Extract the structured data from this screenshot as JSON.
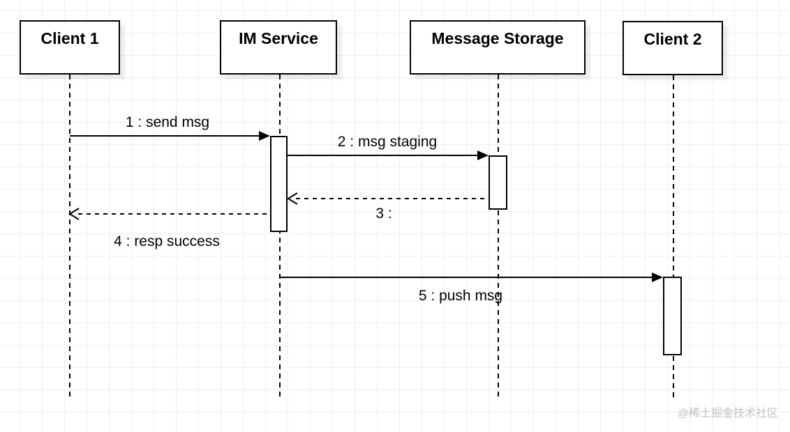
{
  "diagram": {
    "type": "uml-sequence",
    "actors": [
      {
        "id": "client1",
        "label": "Client 1"
      },
      {
        "id": "im-service",
        "label": "IM Service"
      },
      {
        "id": "message-storage",
        "label": "Message Storage"
      },
      {
        "id": "client2",
        "label": "Client 2"
      }
    ],
    "messages": [
      {
        "seq": 1,
        "label": "1 : send msg",
        "from": "Client 1",
        "to": "IM Service",
        "style": "solid-call"
      },
      {
        "seq": 2,
        "label": "2 : msg staging",
        "from": "IM Service",
        "to": "Message Storage",
        "style": "solid-call"
      },
      {
        "seq": 3,
        "label": "3 :",
        "from": "Message Storage",
        "to": "IM Service",
        "style": "dashed-return"
      },
      {
        "seq": 4,
        "label": "4 : resp success",
        "from": "IM Service",
        "to": "Client 1",
        "style": "dashed-return"
      },
      {
        "seq": 5,
        "label": "5 : push msg",
        "from": "IM Service",
        "to": "Client 2",
        "style": "solid-call"
      }
    ]
  },
  "watermark": {
    "text": "@稀土掘金技术社区"
  },
  "colors": {
    "stroke": "#000000",
    "fill": "#ffffff",
    "grid": "#efefef",
    "watermark": "#c2c2c2"
  }
}
